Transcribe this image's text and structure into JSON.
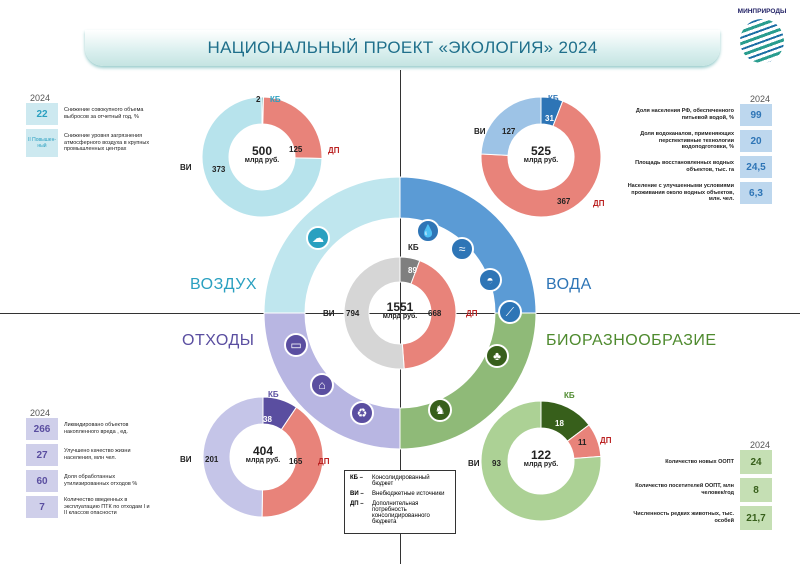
{
  "title": "НАЦИОНАЛЬНЫЙ ПРОЕКТ «ЭКОЛОГИЯ» 2024",
  "logo_text": "МИНПРИРОДЫ",
  "unit": "млрд руб.",
  "abbr": {
    "kb": "КБ",
    "vi": "ВИ",
    "dp": "ДП"
  },
  "colors": {
    "dp": "#e8837a"
  },
  "center": {
    "total": "1551",
    "kb": 89,
    "vi": 794,
    "dp": 668,
    "colors": {
      "kb": "#7f7f7f",
      "vi": "#d6d6d6"
    }
  },
  "sections": {
    "air": {
      "name": "ВОЗДУХ",
      "total": "500",
      "kb": 2,
      "dp": 125,
      "vi": 373,
      "color": "#b7e3ec",
      "kb_color": "#2e8b8b",
      "ring": "#bfe6ee",
      "text": "#2aa0c0",
      "year": "2024",
      "kpis": [
        {
          "value": "22",
          "text": "Снижение совокупного объема выбросов за отчетный год, %"
        },
        {
          "value": "II Повышен-ный",
          "text": "Снижение уровня загрязнения атмосферного воздуха в крупных промышленных центрах"
        }
      ]
    },
    "water": {
      "name": "ВОДА",
      "total": "525",
      "kb": 31,
      "dp": 367,
      "vi": 127,
      "color": "#9dc3e6",
      "kb_color": "#2e75b6",
      "ring": "#5b9bd5",
      "text": "#2e75b6",
      "year": "2024",
      "kpis": [
        {
          "value": "99",
          "text": "Доля населения РФ, обеспеченного питьевой водой, %"
        },
        {
          "value": "20",
          "text": "Доля водоканалов, применяющих перспективные технологии водоподготовки, %"
        },
        {
          "value": "24,5",
          "text": "Площадь восстановленных водных объектов, тыс. га"
        },
        {
          "value": "6,3",
          "text": "Население с улучшенными условиями проживания около водных объектов, млн. чел."
        }
      ]
    },
    "waste": {
      "name": "ОТХОДЫ",
      "total": "404",
      "kb": 38,
      "dp": 165,
      "vi": 201,
      "color": "#c5c5e8",
      "kb_color": "#5a4ea0",
      "ring": "#b8b6e2",
      "text": "#5a4ea0",
      "year": "2024",
      "kpis": [
        {
          "value": "266",
          "text": "Ликвидировано объектов накопленного вреда , ед."
        },
        {
          "value": "27",
          "text": "Улучшено качество жизни населения, млн чел."
        },
        {
          "value": "60",
          "text": "Доля обработанных утилизированных отходов %"
        },
        {
          "value": "7",
          "text": "Количество введенных в эксплуатацию ПТК по отходам I и II классов опасности"
        }
      ]
    },
    "bio": {
      "name": "БИОРАЗНООБРАЗИЕ",
      "total": "122",
      "kb": 18,
      "dp": 11,
      "vi": 93,
      "color": "#acd195",
      "kb_color": "#375f1b",
      "ring": "#8fba78",
      "text": "#4e8a2e",
      "year": "2024",
      "kpis": [
        {
          "value": "24",
          "text": "Количество новых ООПТ"
        },
        {
          "value": "8",
          "text": "Количество посетителей ООПТ, млн человек/год"
        },
        {
          "value": "21,7",
          "text": "Численность редких животных, тыс. особей"
        }
      ]
    }
  },
  "legend": [
    {
      "abbr": "КБ –",
      "text": "Консолидированный бюджет"
    },
    {
      "abbr": "ВИ –",
      "text": "Внебюджетные источники"
    },
    {
      "abbr": "ДП –",
      "text": "Дополнительная потребность консолидированного бюджета"
    }
  ]
}
